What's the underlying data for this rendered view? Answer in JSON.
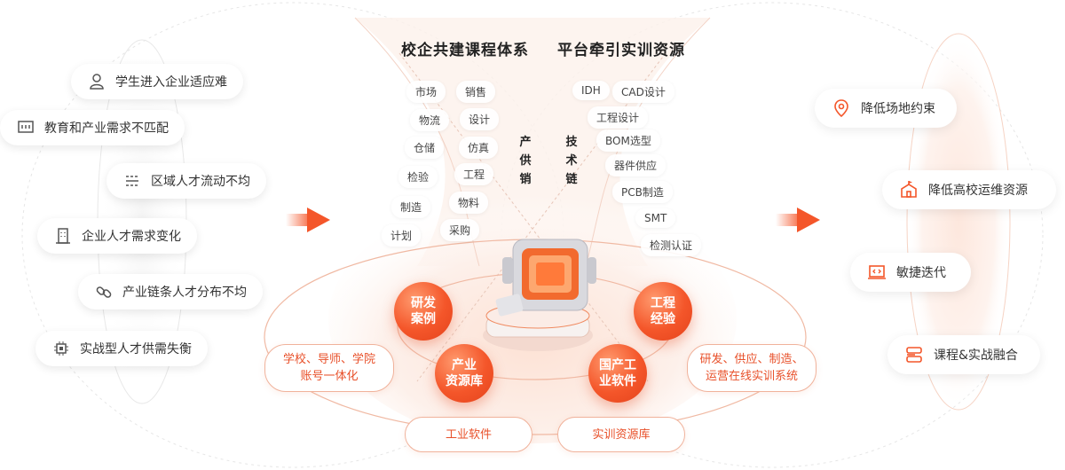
{
  "colors": {
    "accent": "#F4562A",
    "accent_light": "#FBE3D8",
    "text": "#333333"
  },
  "left_challenges": [
    {
      "icon": "user-icon",
      "label": "学生进入企业适应难"
    },
    {
      "icon": "monitor-icon",
      "label": "教育和产业需求不匹配"
    },
    {
      "icon": "lines-icon",
      "label": "区域人才流动不均"
    },
    {
      "icon": "building-icon",
      "label": "企业人才需求变化"
    },
    {
      "icon": "link-icon",
      "label": "产业链条人才分布不均"
    },
    {
      "icon": "chip-icon",
      "label": "实战型人才供需失衡"
    }
  ],
  "center": {
    "heading_left": "校企共建课程体系",
    "heading_right": "平台牵引实训资源",
    "supply_chain_label": "产供销",
    "tech_chain_label": "技术链",
    "supply_tags": [
      "市场",
      "销售",
      "物流",
      "设计",
      "仓储",
      "仿真",
      "检验",
      "工程",
      "制造",
      "物料",
      "计划",
      "采购"
    ],
    "tech_tags": [
      "IDH",
      "CAD设计",
      "工程设计",
      "BOM选型",
      "器件供应",
      "PCB制造",
      "SMT",
      "检测认证"
    ],
    "orbs": [
      {
        "line1": "研发",
        "line2": "案例"
      },
      {
        "line1": "工程",
        "line2": "经验"
      },
      {
        "line1": "产业",
        "line2": "资源库"
      },
      {
        "line1": "国产工",
        "line2": "业软件"
      }
    ],
    "side_boxes": [
      {
        "line1": "学校、导师、学院",
        "line2": "账号一体化"
      },
      {
        "line1": "研发、供应、制造、",
        "line2": "运营在线实训系统"
      }
    ],
    "bottom_boxes": [
      "工业软件",
      "实训资源库"
    ]
  },
  "right_outcomes": [
    {
      "icon": "location-icon",
      "label": "降低场地约束"
    },
    {
      "icon": "school-icon",
      "label": "降低高校运维资源"
    },
    {
      "icon": "iterate-icon",
      "label": "敏捷迭代"
    },
    {
      "icon": "layers-icon",
      "label": "课程&实战融合"
    }
  ]
}
